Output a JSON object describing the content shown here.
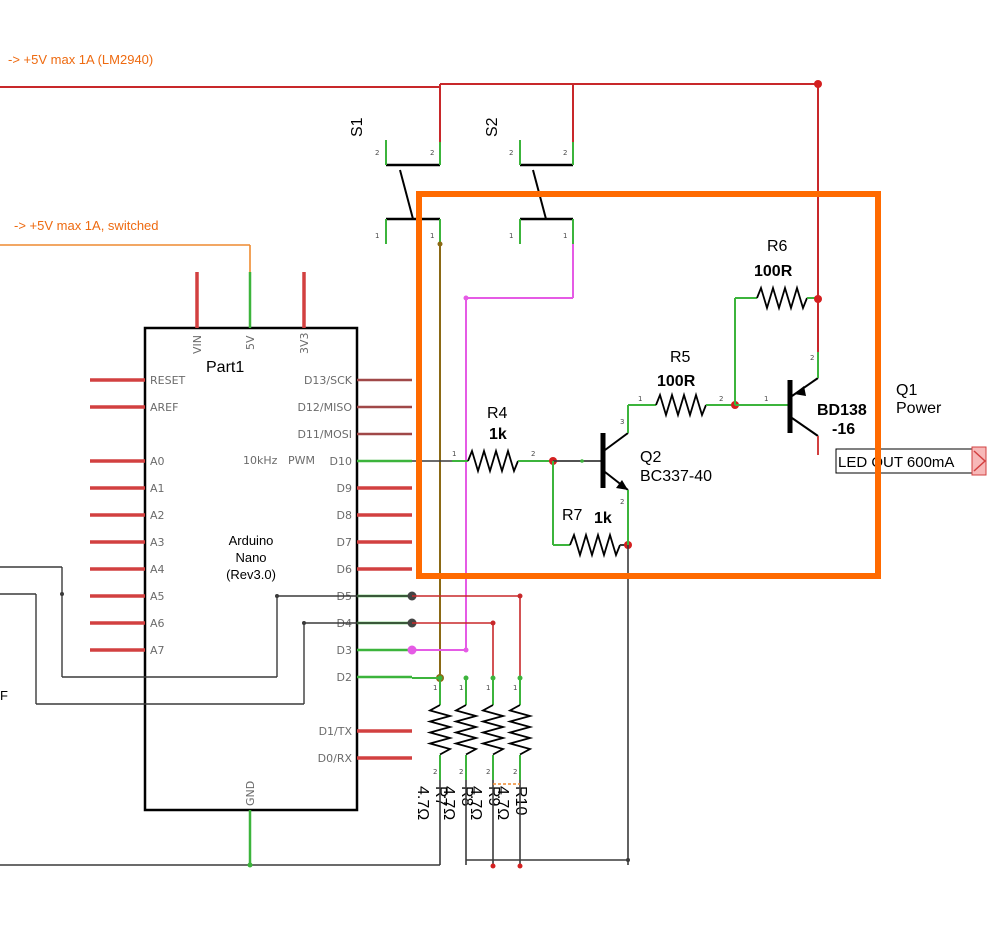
{
  "net_labels": {
    "supply_main": "-> +5V max 1A (LM2940)",
    "supply_switched": "-> +5V max 1A, switched",
    "left_edge": "F"
  },
  "arduino": {
    "part_label": "Part1",
    "name_lines": [
      "Arduino",
      "Nano",
      "(Rev3.0)"
    ],
    "pwm_note": "10kHz",
    "pwm_label": "PWM",
    "top_pins": [
      "VIN",
      "5V",
      "3V3"
    ],
    "bottom_pin": "GND",
    "left_pins": [
      "RESET",
      "AREF",
      "A0",
      "A1",
      "A2",
      "A3",
      "A4",
      "A5",
      "A6",
      "A7"
    ],
    "right_pins": [
      "D13/SCK",
      "D12/MISO",
      "D11/MOSI",
      "D10",
      "D9",
      "D8",
      "D7",
      "D6",
      "D5",
      "D4",
      "D3",
      "D2",
      "D1/TX",
      "D0/RX"
    ]
  },
  "switches": [
    {
      "name": "S1"
    },
    {
      "name": "S2"
    }
  ],
  "resistors": {
    "r4": {
      "name": "R4",
      "value": "1k"
    },
    "r5": {
      "name": "R5",
      "value": "100R"
    },
    "r6": {
      "name": "R6",
      "value": "100R"
    },
    "r7": {
      "name": "R7",
      "value": "1k"
    },
    "bottom": [
      {
        "name": "R7",
        "value": "4.7Ω"
      },
      {
        "name": "R8",
        "value": "4.7Ω"
      },
      {
        "name": "R9",
        "value": "4.7Ω"
      },
      {
        "name": "R10",
        "value": "4.7Ω"
      }
    ]
  },
  "transistors": {
    "q1": {
      "name": "Q1",
      "type": "Power",
      "part_line1": "BD138",
      "part_line2": "-16"
    },
    "q2": {
      "name": "Q2",
      "part": "BC337-40"
    }
  },
  "output": {
    "label": "LED OUT 600mA"
  },
  "pin_numbers": {
    "one": "1",
    "two": "2",
    "three": "3"
  },
  "colors": {
    "highlight_box": "#ff6a00",
    "wire_red": "#c8282a",
    "wire_green": "#3cb43c",
    "wire_magenta": "#e55be5",
    "wire_brown": "#8b6914",
    "wire_dark": "#3a3a3a",
    "net_label": "#ee6a10"
  }
}
